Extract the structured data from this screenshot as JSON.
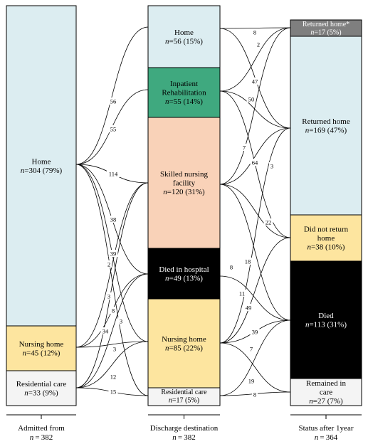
{
  "colors": {
    "home": "#dcedf1",
    "rehab": "#3fa97f",
    "snf": "#f9d2b8",
    "died": "#000000",
    "nursing_home": "#fde59f",
    "residential": "#f4f4f4",
    "returned_star": "#7f7f7f",
    "link": "#000000"
  },
  "columns": [
    {
      "id": "admitted",
      "title": "Admitted from",
      "total": "n = 382",
      "nodes": [
        {
          "id": "a_home",
          "label": "Home",
          "n": "n=304 (79%)",
          "fill": "home",
          "text": "#000000",
          "value": 304
        },
        {
          "id": "a_nh",
          "label": "Nursing home",
          "n": "n=45 (12%)",
          "fill": "nursing_home",
          "text": "#000000",
          "value": 45
        },
        {
          "id": "a_rc",
          "label": "Residential care",
          "n": "n=33 (9%)",
          "fill": "residential",
          "text": "#000000",
          "value": 33
        }
      ]
    },
    {
      "id": "discharge",
      "title": "Discharge destination",
      "total": "n = 382",
      "nodes": [
        {
          "id": "d_home",
          "label": "Home",
          "n": "n=56 (15%)",
          "fill": "home",
          "text": "#000000",
          "value": 56
        },
        {
          "id": "d_rehab",
          "label": "Inpatient Rehabilitation",
          "n": "n=55 (14%)",
          "fill": "rehab",
          "text": "#000000",
          "value": 55
        },
        {
          "id": "d_snf",
          "label": "Skilled nursing facility",
          "n": "n=120 (31%)",
          "fill": "snf",
          "text": "#000000",
          "value": 120
        },
        {
          "id": "d_died",
          "label": "Died in hospital",
          "n": "n=49 (13%)",
          "fill": "died",
          "text": "#ffffff",
          "value": 49
        },
        {
          "id": "d_nh",
          "label": "Nursing home",
          "n": "n=85 (22%)",
          "fill": "nursing_home",
          "text": "#000000",
          "value": 85
        },
        {
          "id": "d_rc",
          "label": "Residential care",
          "n": "n=17 (5%)",
          "fill": "residential",
          "text": "#000000",
          "value": 17
        }
      ]
    },
    {
      "id": "status",
      "title": "Status after 1year",
      "total": "n = 364",
      "nodes": [
        {
          "id": "s_star",
          "label": "Returned home*",
          "n": "n=17 (5%)",
          "fill": "returned_star",
          "text": "#ffffff",
          "value": 17
        },
        {
          "id": "s_home",
          "label": "Returned home",
          "n": "n=169 (47%)",
          "fill": "home",
          "text": "#000000",
          "value": 169
        },
        {
          "id": "s_notret",
          "label": "Did not return home",
          "n": "n=38 (10%)",
          "fill": "nursing_home",
          "text": "#000000",
          "value": 38
        },
        {
          "id": "s_died",
          "label": "Died",
          "n": "n=113 (31%)",
          "fill": "died",
          "text": "#ffffff",
          "value": 113
        },
        {
          "id": "s_remained",
          "label": "Remained in care",
          "n": "n=27 (7%)",
          "fill": "residential",
          "text": "#000000",
          "value": 27
        }
      ]
    }
  ],
  "flows": [
    {
      "from": "a_home",
      "to": "d_home",
      "value": 56
    },
    {
      "from": "a_home",
      "to": "d_rehab",
      "value": 55
    },
    {
      "from": "a_home",
      "to": "d_snf",
      "value": 114
    },
    {
      "from": "a_home",
      "to": "d_died",
      "value": 38
    },
    {
      "from": "a_home",
      "to": "d_nh",
      "value": 39
    },
    {
      "from": "a_home",
      "to": "d_rc",
      "value": 2
    },
    {
      "from": "a_nh",
      "to": "d_snf",
      "value": 3
    },
    {
      "from": "a_nh",
      "to": "d_died",
      "value": 8
    },
    {
      "from": "a_nh",
      "to": "d_nh",
      "value": 34
    },
    {
      "from": "a_rc",
      "to": "d_snf",
      "value": 3
    },
    {
      "from": "a_rc",
      "to": "d_died",
      "value": 3
    },
    {
      "from": "a_rc",
      "to": "d_nh",
      "value": 12
    },
    {
      "from": "a_rc",
      "to": "d_rc",
      "value": 15
    },
    {
      "from": "d_home",
      "to": "s_star",
      "value": 8
    },
    {
      "from": "d_home",
      "to": "s_home",
      "value": 47
    },
    {
      "from": "d_rehab",
      "to": "s_star",
      "value": 2
    },
    {
      "from": "d_rehab",
      "to": "s_home",
      "value": 50
    },
    {
      "from": "d_rehab",
      "to": "s_notret",
      "value": 3
    },
    {
      "from": "d_snf",
      "to": "s_star",
      "value": 7
    },
    {
      "from": "d_snf",
      "to": "s_home",
      "value": 64
    },
    {
      "from": "d_snf",
      "to": "s_notret",
      "value": 22
    },
    {
      "from": "d_snf",
      "to": "s_died",
      "value": 18
    },
    {
      "from": "d_nh",
      "to": "s_notret",
      "value": 8
    },
    {
      "from": "d_nh",
      "to": "s_home",
      "value": 11
    },
    {
      "from": "d_nh",
      "to": "s_died",
      "value": 39
    },
    {
      "from": "d_nh",
      "to": "s_remained",
      "value": 19
    },
    {
      "from": "d_died",
      "to": "s_died",
      "value": 49
    },
    {
      "from": "d_rc",
      "to": "s_died",
      "value": 7
    },
    {
      "from": "d_rc",
      "to": "s_remained",
      "value": 8
    }
  ]
}
